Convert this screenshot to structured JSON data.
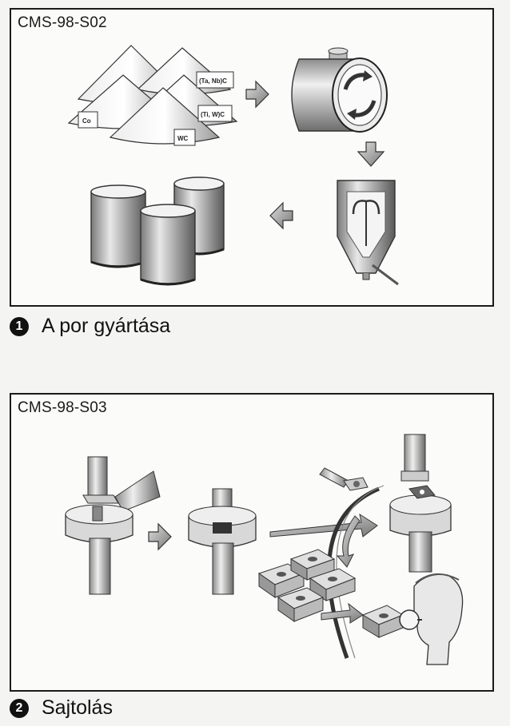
{
  "panel1": {
    "code": "CMS-98-S02",
    "labels": {
      "co": "Co",
      "tanb": "(Ta, Nb)C",
      "tiw": "(Ti, W)C",
      "wc": "WC"
    }
  },
  "caption1": {
    "number": "1",
    "text": "A por gyártása"
  },
  "panel2": {
    "code": "CMS-98-S03"
  },
  "caption2": {
    "number": "2",
    "text": "Sajtolás"
  }
}
